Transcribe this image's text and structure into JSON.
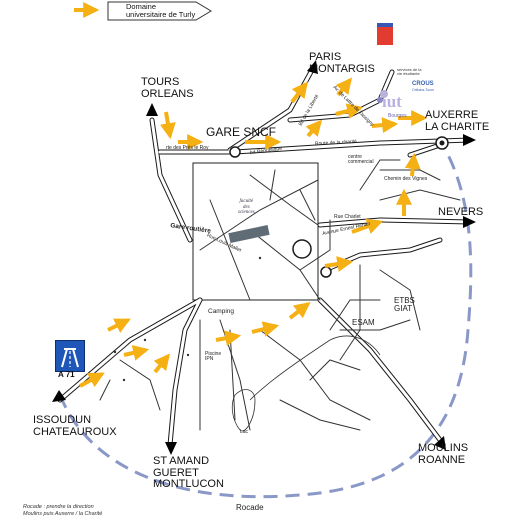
{
  "legend": {
    "text": "Domaine universitaire de Turly",
    "icon": "orange-arrow-icon"
  },
  "colors": {
    "arrow": "#f5b014",
    "road": "#1a1a1a",
    "rocade": "#8a98c8",
    "a71_blue": "#1e57b8",
    "iut_purple": "#b9b2df"
  },
  "directions": [
    {
      "id": "tours",
      "lines": [
        "TOURS",
        "ORLEANS"
      ]
    },
    {
      "id": "paris",
      "lines": [
        "PARIS",
        "MONTARGIS"
      ]
    },
    {
      "id": "auxerre",
      "lines": [
        "AUXERRE",
        "LA CHARITE"
      ]
    },
    {
      "id": "nevers",
      "lines": [
        "NEVERS"
      ]
    },
    {
      "id": "moulins",
      "lines": [
        "MOULINS",
        "ROANNE"
      ]
    },
    {
      "id": "issoudun",
      "lines": [
        "ISSOUDUN",
        "CHATEAUROUX"
      ]
    },
    {
      "id": "stamand",
      "lines": [
        "St AMAND",
        "GUERET",
        "MONTLUCON"
      ]
    }
  ],
  "places": {
    "gare_sncf": "GARE SNCF",
    "gare_routiere": "Gare routière",
    "etbs_giat": [
      "ETBS",
      "GIAT"
    ],
    "esam": "ESAM",
    "camping": "Camping",
    "centre_commercial": [
      "centre",
      "commercial"
    ],
    "lac": "Lac",
    "rocade": "Rocade",
    "piscine": [
      "Piscine",
      "IPN"
    ]
  },
  "streets": [
    "rte des Prés le Roy",
    "bd République",
    "Route de la charité",
    "Chemin des Vignes",
    "Rue Charlet",
    "Avenue Ernest Renan",
    "Rue Louis Mallet",
    "Av. de Lattre de Tassigny",
    "Bd de la Liberté"
  ],
  "badges": {
    "a71": "A 71",
    "iut": "iut",
    "iut_sub": "Bourges",
    "crous": "CROUS",
    "crous_sub": "Orléans-Tours",
    "services": "services de la vie étudiante"
  },
  "faculte": [
    "faculté",
    "des",
    "sciences"
  ],
  "footnote": [
    "Rocade : prendre la direction",
    "Moulins puis Auxerre / la Charité"
  ]
}
